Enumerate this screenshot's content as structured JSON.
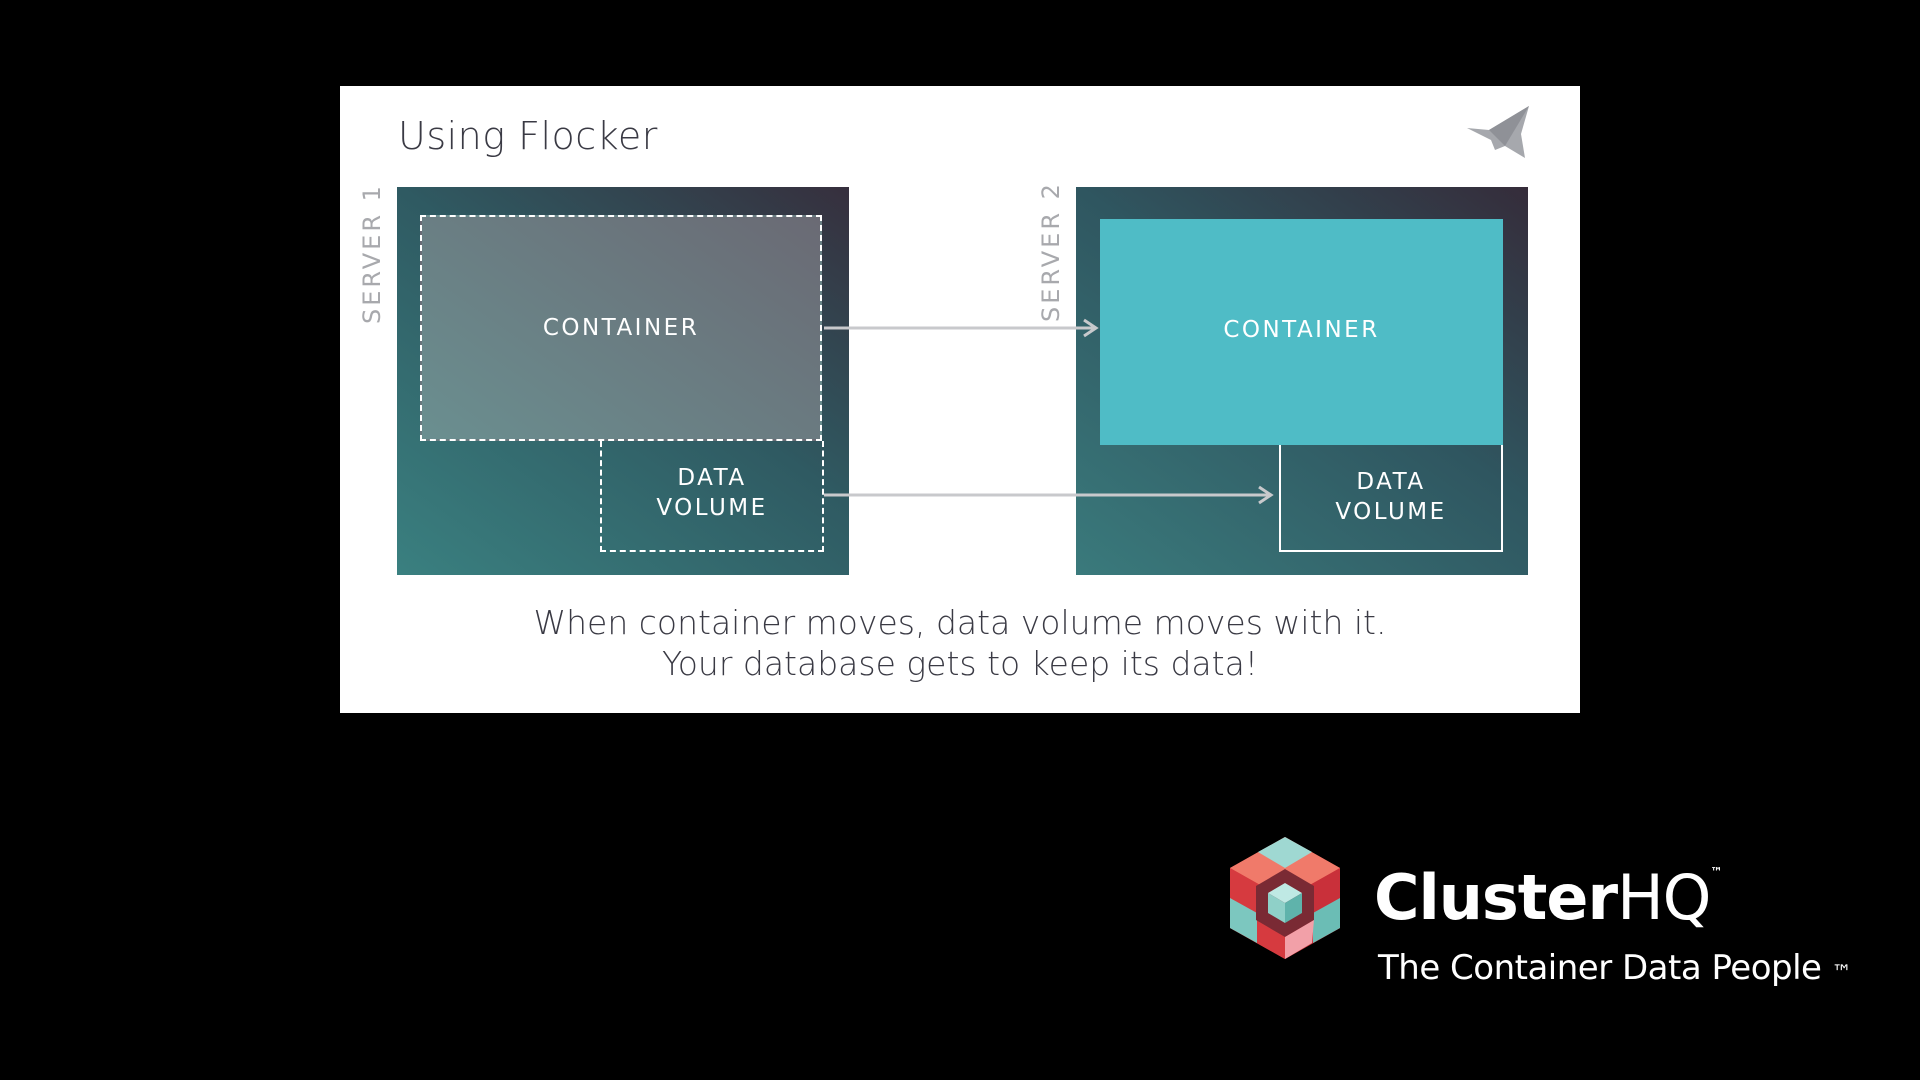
{
  "slide": {
    "title": "Using Flocker",
    "server_1_label": "SERVER 1",
    "server_2_label": "SERVER 2",
    "server_1": {
      "container_label": "CONTAINER",
      "volume_line1": "DATA",
      "volume_line2": "VOLUME"
    },
    "server_2": {
      "container_label": "CONTAINER",
      "volume_line1": "DATA",
      "volume_line2": "VOLUME"
    },
    "caption_line1": "When container moves, data volume moves with it.",
    "caption_line2": "Your database gets to keep its data!",
    "icon": "flocker-bird-icon",
    "colors": {
      "container_live": "#4fbcc6",
      "server_bg": "#2f5a62",
      "arrow": "#c8c9cc"
    }
  },
  "brand": {
    "name_bold": "Cluster",
    "name_light": "HQ",
    "name_tm": "™",
    "tagline": "The Container Data People",
    "tagline_tm": "™",
    "logo_icon": "clusterhq-cube-logo-icon"
  }
}
